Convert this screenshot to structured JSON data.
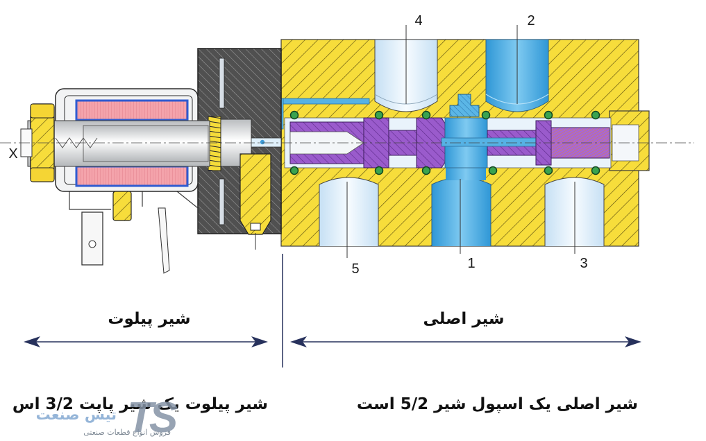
{
  "diagram": {
    "axis_label": "X",
    "ports": {
      "port_4": "4",
      "port_2": "2",
      "port_5": "5",
      "port_1": "1",
      "port_3": "3"
    },
    "sections": {
      "pilot_label": "شیر پیلوت",
      "main_label": "شیر اصلی"
    },
    "captions": {
      "pilot": "شیر پیلوت یک شیر پاپت 3/2 اس",
      "main": "شیر اصلی یک اسپول شیر 5/2 است"
    }
  },
  "watermark": {
    "logo": "TS",
    "brand": "تیس صنعت",
    "tagline": "فروش انواع قطعات صنعتی"
  },
  "colors": {
    "body": "#f7dd3b",
    "pilot_body": "#505050",
    "spool": "#9a5bcc",
    "pressure_passage": "#4fb0e6",
    "exhaust_passage": "#dcedf9",
    "o_ring": "#3aa34f",
    "coil": "#f4a3ab",
    "arrow": "#27315c"
  }
}
